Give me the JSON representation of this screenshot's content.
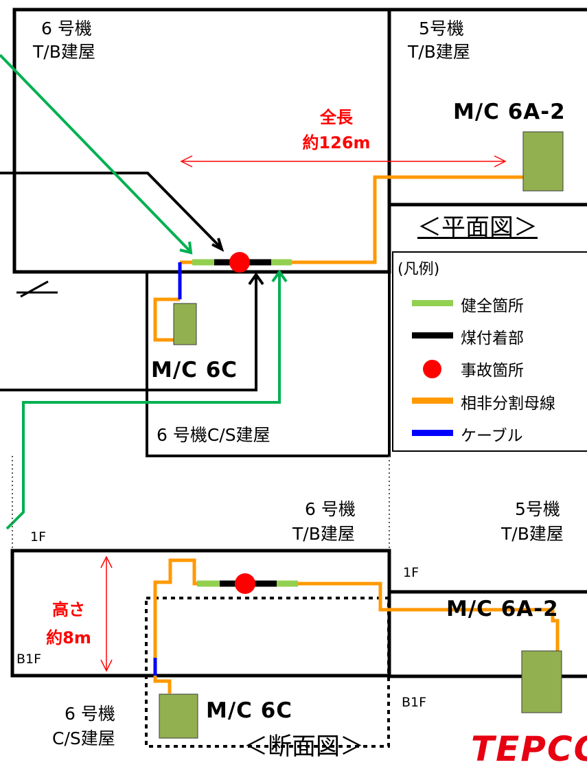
{
  "plan": {
    "unit6_tb": [
      "6 号機",
      "T/B建屋"
    ],
    "unit5_tb": [
      "5号機",
      "T/B建屋"
    ],
    "mc_6a2": "M/C 6A-2",
    "length_label": [
      "全長",
      "約126m"
    ],
    "view_title": "＜平面図＞",
    "mc_6c": "M/C 6C",
    "unit6_cs": "6 号機C/S建屋"
  },
  "legend": {
    "title": "(凡例)",
    "items": [
      {
        "symbol": "line",
        "color": "#92d050",
        "label": "健全箇所"
      },
      {
        "symbol": "line",
        "color": "#000000",
        "label": "煤付着部"
      },
      {
        "symbol": "dot",
        "color": "#ff0000",
        "label": "事故箇所"
      },
      {
        "symbol": "line",
        "color": "#ff9900",
        "label": "相非分割母線"
      },
      {
        "symbol": "line",
        "color": "#0000ff",
        "label": "ケーブル"
      }
    ]
  },
  "section": {
    "unit6_tb": [
      "6 号機",
      "T/B建屋"
    ],
    "unit5_tb": [
      "5号機",
      "T/B建屋"
    ],
    "floor_1f_left": "1F",
    "floor_1f_right": "1F",
    "floor_b1f_left": "B1F",
    "floor_b1f_right": "B1F",
    "height_label": [
      "高さ",
      "約8m"
    ],
    "mc_6a2": "M/C 6A-2",
    "mc_6c": "M/C 6C",
    "unit6_cs": [
      "6 号機",
      "C/S建屋"
    ],
    "view_title": "＜断面図＞"
  },
  "logo": "TEPCO",
  "colors": {
    "healthy": "#92d050",
    "soot": "#000000",
    "fault": "#ff0000",
    "iso_phase_bus": "#ff9900",
    "cable": "#0000ff",
    "pointer": "#00b050",
    "dimension": "#ff0000",
    "equipment": "#92b050"
  }
}
